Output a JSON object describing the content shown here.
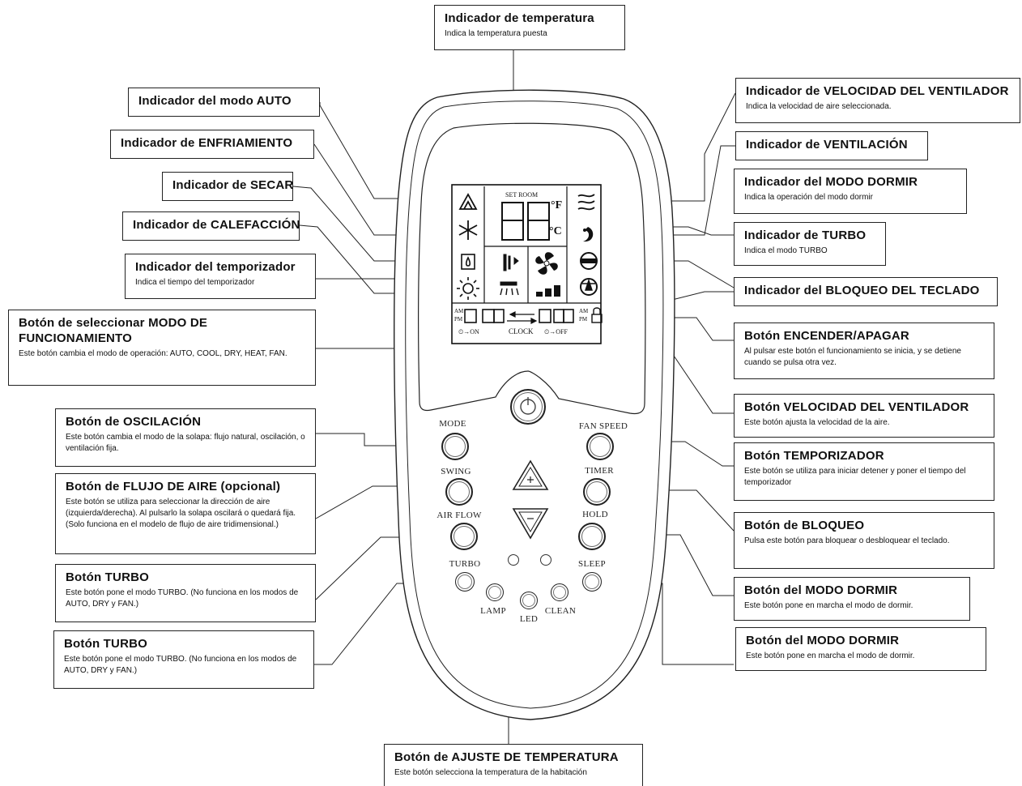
{
  "callouts": {
    "temp_ind": {
      "title": "Indicador de temperatura",
      "desc": "Indica la temperatura puesta"
    },
    "auto_ind": {
      "title": "Indicador del modo AUTO"
    },
    "cool_ind": {
      "title": "Indicador de ENFRIAMIENTO"
    },
    "dry_ind": {
      "title": "Indicador de SECAR"
    },
    "heat_ind": {
      "title": "Indicador de CALEFACCIÓN"
    },
    "timer_ind": {
      "title": "Indicador del temporizador",
      "desc": "Indica el tiempo del temporizador"
    },
    "mode_btn": {
      "title": "Botón de seleccionar MODO DE FUNCIONAMIENTO",
      "desc": "Este botón cambia el modo de operación: AUTO, COOL, DRY, HEAT, FAN."
    },
    "swing_btn": {
      "title": "Botón de OSCILACIÓN",
      "desc": "Este botón cambia el modo de la solapa: flujo natural, oscilación, o ventilación fija."
    },
    "airflow_btn": {
      "title": "Botón de FLUJO DE AIRE (opcional)",
      "desc": "Este botón se utiliza para seleccionar la dirección de aire (izquierda/derecha). Al pulsarlo la solapa oscilará o quedará fija. (Solo funciona en el modelo de flujo de aire tridimensional.)"
    },
    "turbo_btn1": {
      "title": "Botón TURBO",
      "desc": "Este botón pone el modo TURBO. (No funciona en los modos de AUTO, DRY y FAN.)"
    },
    "turbo_btn2": {
      "title": "Botón TURBO",
      "desc": "Este botón pone el modo TURBO. (No funciona en los modos de AUTO, DRY y FAN.)"
    },
    "tempadj_btn": {
      "title": "Botón de AJUSTE DE TEMPERATURA",
      "desc": "Este botón selecciona la temperatura de la habitación"
    },
    "fanspeed_ind": {
      "title": "Indicador de VELOCIDAD DEL VENTILADOR",
      "desc": "Indica la velocidad de aire seleccionada."
    },
    "fan_ind": {
      "title": "Indicador de VENTILACIÓN"
    },
    "sleep_ind": {
      "title": "Indicador del MODO DORMIR",
      "desc": "Indica la operación del modo dormir"
    },
    "turbo_ind": {
      "title": "Indicador de TURBO",
      "desc": "Indica el modo TURBO"
    },
    "lock_ind": {
      "title": "Indicador del BLOQUEO DEL TECLADO"
    },
    "power_btn": {
      "title": "Botón ENCENDER/APAGAR",
      "desc": "Al pulsar este botón el funcionamiento se inicia, y se detiene cuando se pulsa otra vez."
    },
    "fanspeed_btn": {
      "title": "Botón VELOCIDAD DEL VENTILADOR",
      "desc": "Este botón ajusta la velocidad de la aire."
    },
    "timer_btn": {
      "title": "Botón TEMPORIZADOR",
      "desc": "Este botón se utiliza para iniciar detener y poner el tiempo del temporizador"
    },
    "lock_btn": {
      "title": "Botón de BLOQUEO",
      "desc": "Pulsa este botón para bloquear o desbloquear el teclado."
    },
    "sleep_btn1": {
      "title": "Botón del MODO DORMIR",
      "desc": "Este botón pone en marcha el modo de dormir."
    },
    "sleep_btn2": {
      "title": "Botón del MODO DORMIR",
      "desc": "Este botón pone en marcha el modo de dormir."
    }
  },
  "remote": {
    "buttons": {
      "mode": "MODE",
      "swing": "SWING",
      "air_flow": "AIR FLOW",
      "turbo": "TURBO",
      "fan_speed": "FAN SPEED",
      "timer": "TIMER",
      "hold": "HOLD",
      "sleep": "SLEEP",
      "lamp": "LAMP",
      "led": "LED",
      "clean": "CLEAN"
    },
    "display": {
      "set_room": "SET ROOM",
      "digits": "88",
      "unit_f": "°F",
      "unit_c": "°C",
      "am": "AM",
      "pm": "PM",
      "clock": "CLOCK",
      "time_digits": "88:88",
      "timer_on": "ON",
      "timer_off": "OFF"
    },
    "icons": {
      "power": "power-icon",
      "up": "triangle-up-plus-icon",
      "down": "triangle-down-minus-icon",
      "auto": "auto-mode-icon",
      "cool": "snowflake-icon",
      "dry": "dry-drop-icon",
      "heat": "sun-icon",
      "fan_speed": "fan-speed-wave-icon",
      "sleep": "sleep-moon-icon",
      "turbo": "turbo-icon",
      "lock": "lock-icon",
      "fan": "fan-blade-icon"
    }
  }
}
